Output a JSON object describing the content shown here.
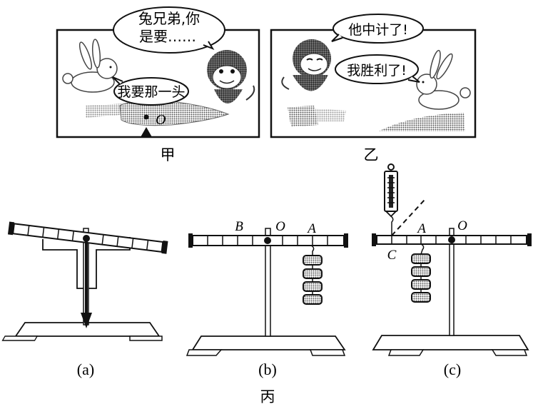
{
  "figure_jia": {
    "label": "甲",
    "speech_monkey": [
      "兔兄弟,你",
      "是要……"
    ],
    "speech_rabbit": "我要那一头",
    "pivot_label": "O"
  },
  "figure_yi": {
    "label": "乙",
    "speech_monkey": "他中计了!",
    "speech_rabbit": "我胜利了!"
  },
  "figure_bing": {
    "label": "丙",
    "panels": [
      {
        "caption": "(a)"
      },
      {
        "caption": "(b)",
        "point_labels": {
          "B": "B",
          "O": "O",
          "A": "A"
        },
        "weights_count": 4
      },
      {
        "caption": "(c)",
        "point_labels": {
          "C": "C",
          "A": "A",
          "O": "O"
        },
        "weights_count": 4
      }
    ]
  }
}
